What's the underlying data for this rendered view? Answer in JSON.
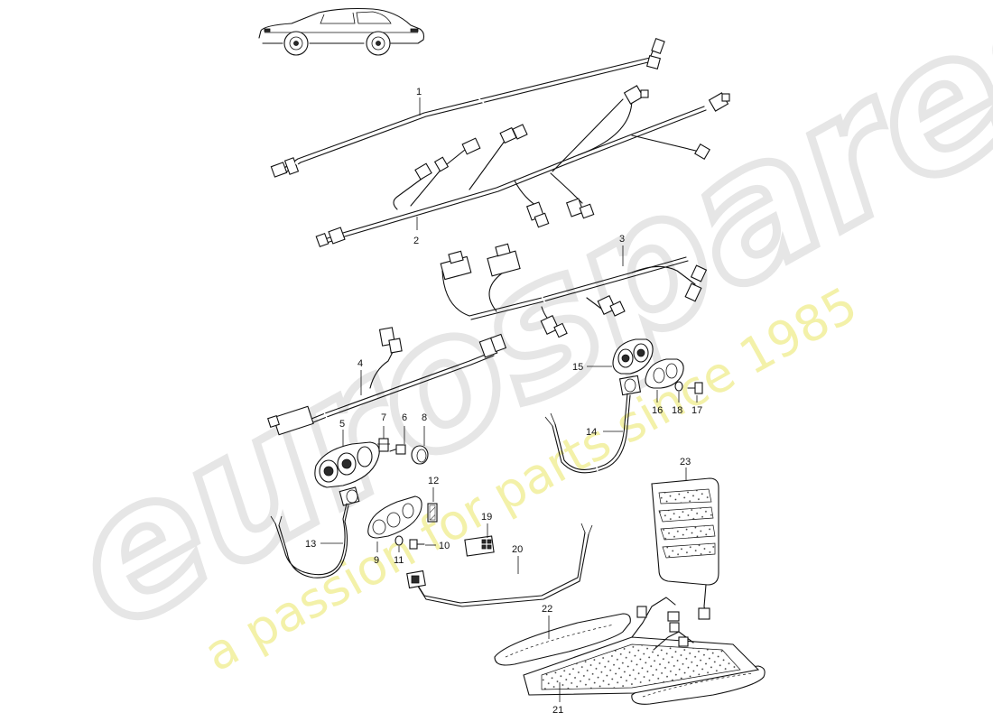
{
  "watermark": {
    "brand": "eurospares",
    "tagline": "a passion for parts since 1985",
    "brand_color": "#e3e3e3",
    "tagline_color": "#f4f2a8"
  },
  "callouts": {
    "c1": "1",
    "c2": "2",
    "c3": "3",
    "c4": "4",
    "c5": "5",
    "c6": "6",
    "c7": "7",
    "c8": "8",
    "c9": "9",
    "c10": "10",
    "c11": "11",
    "c12": "12",
    "c13": "13",
    "c14": "14",
    "c15": "15",
    "c16": "16",
    "c17": "17",
    "c18": "18",
    "c19": "19",
    "c20": "20",
    "c21": "21",
    "c22": "22",
    "c23": "23"
  },
  "icons": {
    "car": "car-side-outline-icon"
  }
}
